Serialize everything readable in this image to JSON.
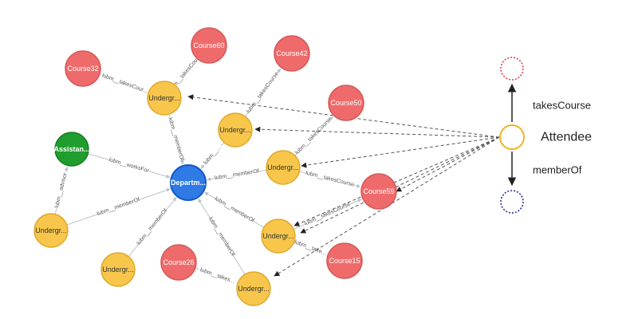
{
  "colors": {
    "course": "#ef6b6b",
    "course_stroke": "#d45a5a",
    "undergrad": "#f7c64b",
    "undergrad_stroke": "#e0a92c",
    "department": "#2f7ae5",
    "department_stroke": "#1558c8",
    "assistant": "#1f9e2e",
    "assistant_stroke": "#1a7a24",
    "edge": "#b9c2cc",
    "dashed": "#555555",
    "legend_attendee": "#f0b429",
    "legend_top": "#e0343a",
    "legend_bottom": "#1c1c9c"
  },
  "nodes": [
    {
      "id": "course32",
      "label": "Course32",
      "type": "course"
    },
    {
      "id": "course60",
      "label": "Course60",
      "type": "course"
    },
    {
      "id": "course42",
      "label": "Course42",
      "type": "course"
    },
    {
      "id": "course50",
      "label": "Course50",
      "type": "course"
    },
    {
      "id": "course59",
      "label": "Course59",
      "type": "course"
    },
    {
      "id": "course26",
      "label": "Course26",
      "type": "course"
    },
    {
      "id": "course15",
      "label": "Course15",
      "type": "course"
    },
    {
      "id": "u1",
      "label": "Undergr...",
      "type": "undergrad"
    },
    {
      "id": "u2",
      "label": "Undergr...",
      "type": "undergrad"
    },
    {
      "id": "u3",
      "label": "Undergr...",
      "type": "undergrad"
    },
    {
      "id": "u4",
      "label": "Undergr...",
      "type": "undergrad"
    },
    {
      "id": "u5",
      "label": "Undergr...",
      "type": "undergrad"
    },
    {
      "id": "u6",
      "label": "Undergr...",
      "type": "undergrad"
    },
    {
      "id": "u7",
      "label": "Undergr...",
      "type": "undergrad"
    },
    {
      "id": "dept",
      "label": "Departm...",
      "type": "department"
    },
    {
      "id": "assist",
      "label": "Assistan...",
      "type": "assistant"
    }
  ],
  "edges": [
    {
      "from": "u1",
      "to": "course32",
      "label": "lubm__takesCour..."
    },
    {
      "from": "u1",
      "to": "course60",
      "label": "lubm__takesCourse"
    },
    {
      "from": "u1",
      "to": "dept",
      "label": "lubm__memberOf"
    },
    {
      "from": "u2",
      "to": "course42",
      "label": "lubm__takesCourse"
    },
    {
      "from": "u2",
      "to": "dept",
      "label": "lubm__..."
    },
    {
      "from": "u3",
      "to": "course50",
      "label": "lubm__takesCourse"
    },
    {
      "from": "u3",
      "to": "dept",
      "label": "lubm__memberOf"
    },
    {
      "from": "u3",
      "to": "course59",
      "label": "lubm__takesCourse"
    },
    {
      "from": "assist",
      "to": "dept",
      "label": "lubm__worksFor"
    },
    {
      "from": "u4",
      "to": "assist",
      "label": "lubm__advisor"
    },
    {
      "from": "u4",
      "to": "dept",
      "label": "lubm__memberOf"
    },
    {
      "from": "u5",
      "to": "dept",
      "label": "lubm__memberOf"
    },
    {
      "from": "u6",
      "to": "dept",
      "label": "lubm__memberOf"
    },
    {
      "from": "u6",
      "to": "course59",
      "label": "lubm__takesCourse"
    },
    {
      "from": "u6",
      "to": "course15",
      "label": "lubm__take..."
    },
    {
      "from": "u7",
      "to": "dept",
      "label": "lubm__memberOf"
    },
    {
      "from": "u7",
      "to": "course26",
      "label": "lubm__takes..."
    }
  ],
  "legend": {
    "attendee": "Attendee",
    "up_label": "takesCourse",
    "down_label": "memberOf"
  }
}
